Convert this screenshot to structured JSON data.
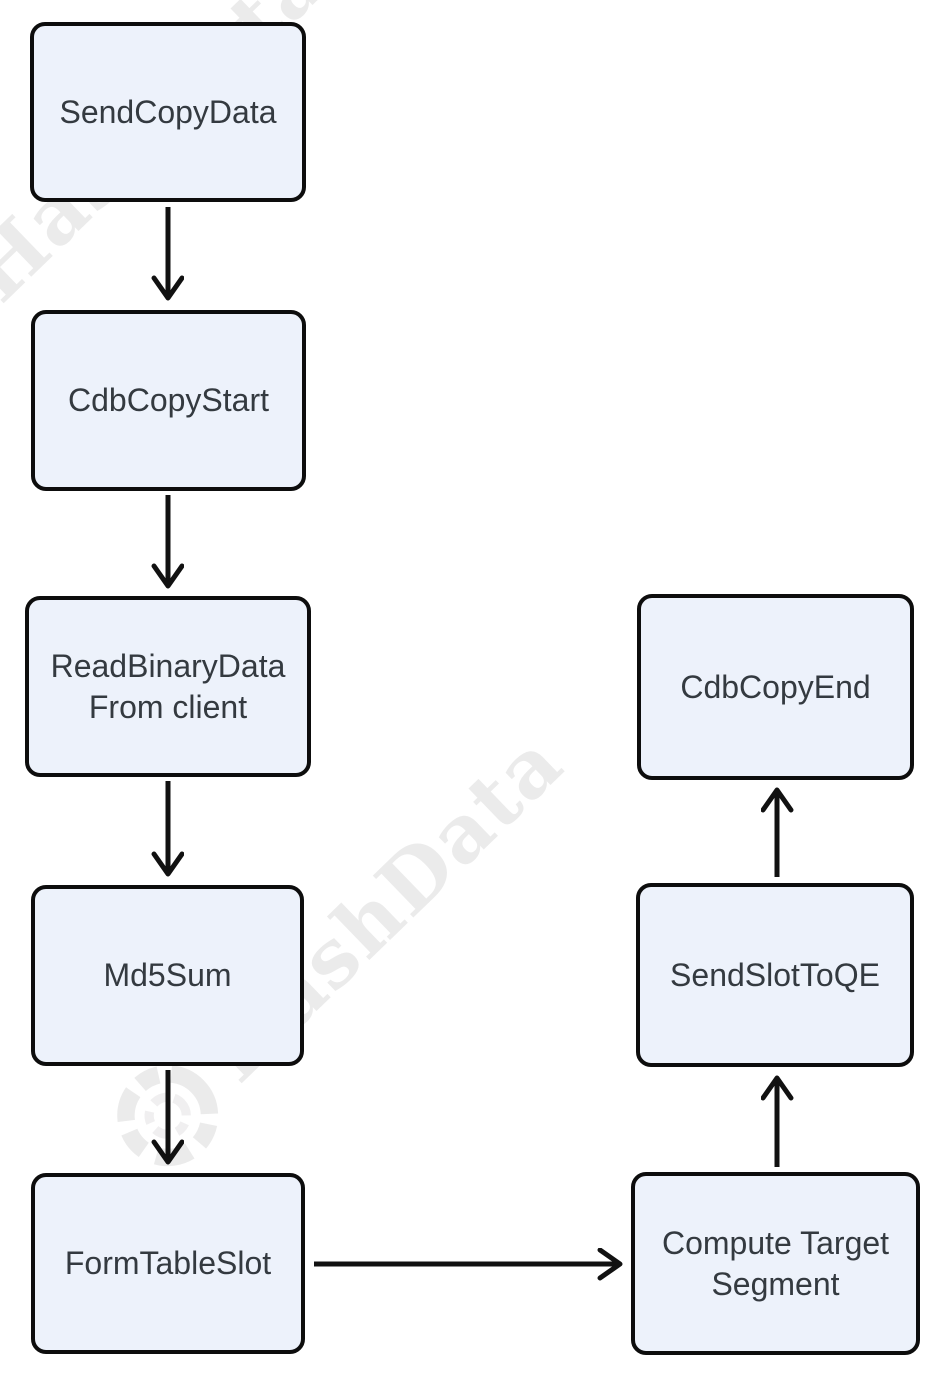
{
  "diagram": {
    "type": "flowchart",
    "nodes": [
      {
        "id": "send-copy-data",
        "label": "SendCopyData"
      },
      {
        "id": "cdb-copy-start",
        "label": "CdbCopyStart"
      },
      {
        "id": "read-binary-data",
        "label": "ReadBinaryData\nFrom client"
      },
      {
        "id": "md5-sum",
        "label": "Md5Sum"
      },
      {
        "id": "form-table-slot",
        "label": "FormTableSlot"
      },
      {
        "id": "cdb-copy-end",
        "label": "CdbCopyEnd"
      },
      {
        "id": "send-slot-to-qe",
        "label": "SendSlotToQE"
      },
      {
        "id": "compute-target-segment",
        "label": "Compute Target\nSegment"
      }
    ],
    "edges": [
      {
        "from": "send-copy-data",
        "to": "cdb-copy-start",
        "direction": "down"
      },
      {
        "from": "cdb-copy-start",
        "to": "read-binary-data",
        "direction": "down"
      },
      {
        "from": "read-binary-data",
        "to": "md5-sum",
        "direction": "down"
      },
      {
        "from": "md5-sum",
        "to": "form-table-slot",
        "direction": "down"
      },
      {
        "from": "form-table-slot",
        "to": "compute-target-segment",
        "direction": "right"
      },
      {
        "from": "compute-target-segment",
        "to": "send-slot-to-qe",
        "direction": "up"
      },
      {
        "from": "send-slot-to-qe",
        "to": "cdb-copy-end",
        "direction": "up"
      }
    ],
    "colors": {
      "background": "#ffffff",
      "node_fill": "#edf2fb",
      "node_border": "#0d0d0d",
      "arrow": "#111111",
      "watermark": "#e9e7e8"
    },
    "watermark": {
      "text": "HashData"
    }
  }
}
